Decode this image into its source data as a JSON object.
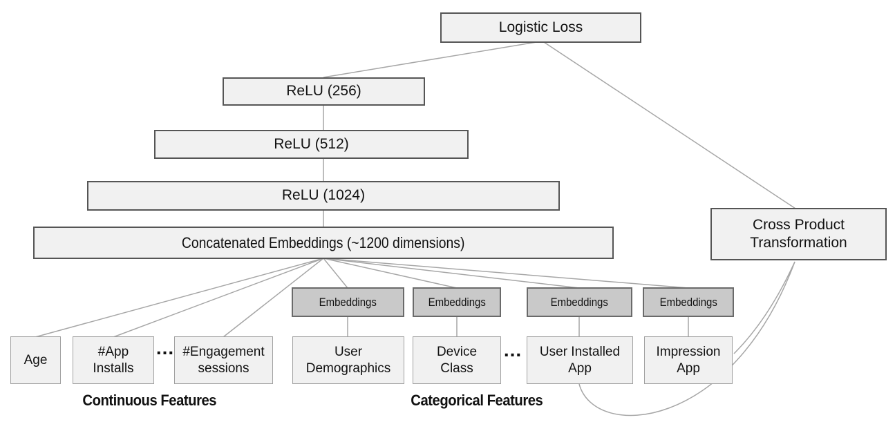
{
  "diagram": {
    "nodes": {
      "logistic_loss": "Logistic Loss",
      "relu_256": "ReLU (256)",
      "relu_512": "ReLU (512)",
      "relu_1024": "ReLU (1024)",
      "concat": "Concatenated Embeddings (~1200 dimensions)",
      "embeddings": "Embeddings",
      "cross_product": "Cross Product\nTransformation"
    },
    "features": {
      "age": "Age",
      "app_installs": "#App\nInstalls",
      "engagement_sessions": "#Engagement\nsessions",
      "user_demographics": "User\nDemographics",
      "device_class": "Device\nClass",
      "user_installed_app": "User Installed\nApp",
      "impression_app": "Impression\nApp"
    },
    "ellipsis": "...",
    "group_labels": {
      "continuous": "Continuous Features",
      "categorical": "Categorical Features"
    },
    "colors": {
      "box_fill": "#f1f1f1",
      "box_border": "#555555",
      "embedding_fill": "#c9c9c9",
      "embedding_border": "#6a6a6a",
      "feature_border": "#a0a0a0",
      "connector": "#a6a6a6",
      "text": "#111111"
    }
  }
}
